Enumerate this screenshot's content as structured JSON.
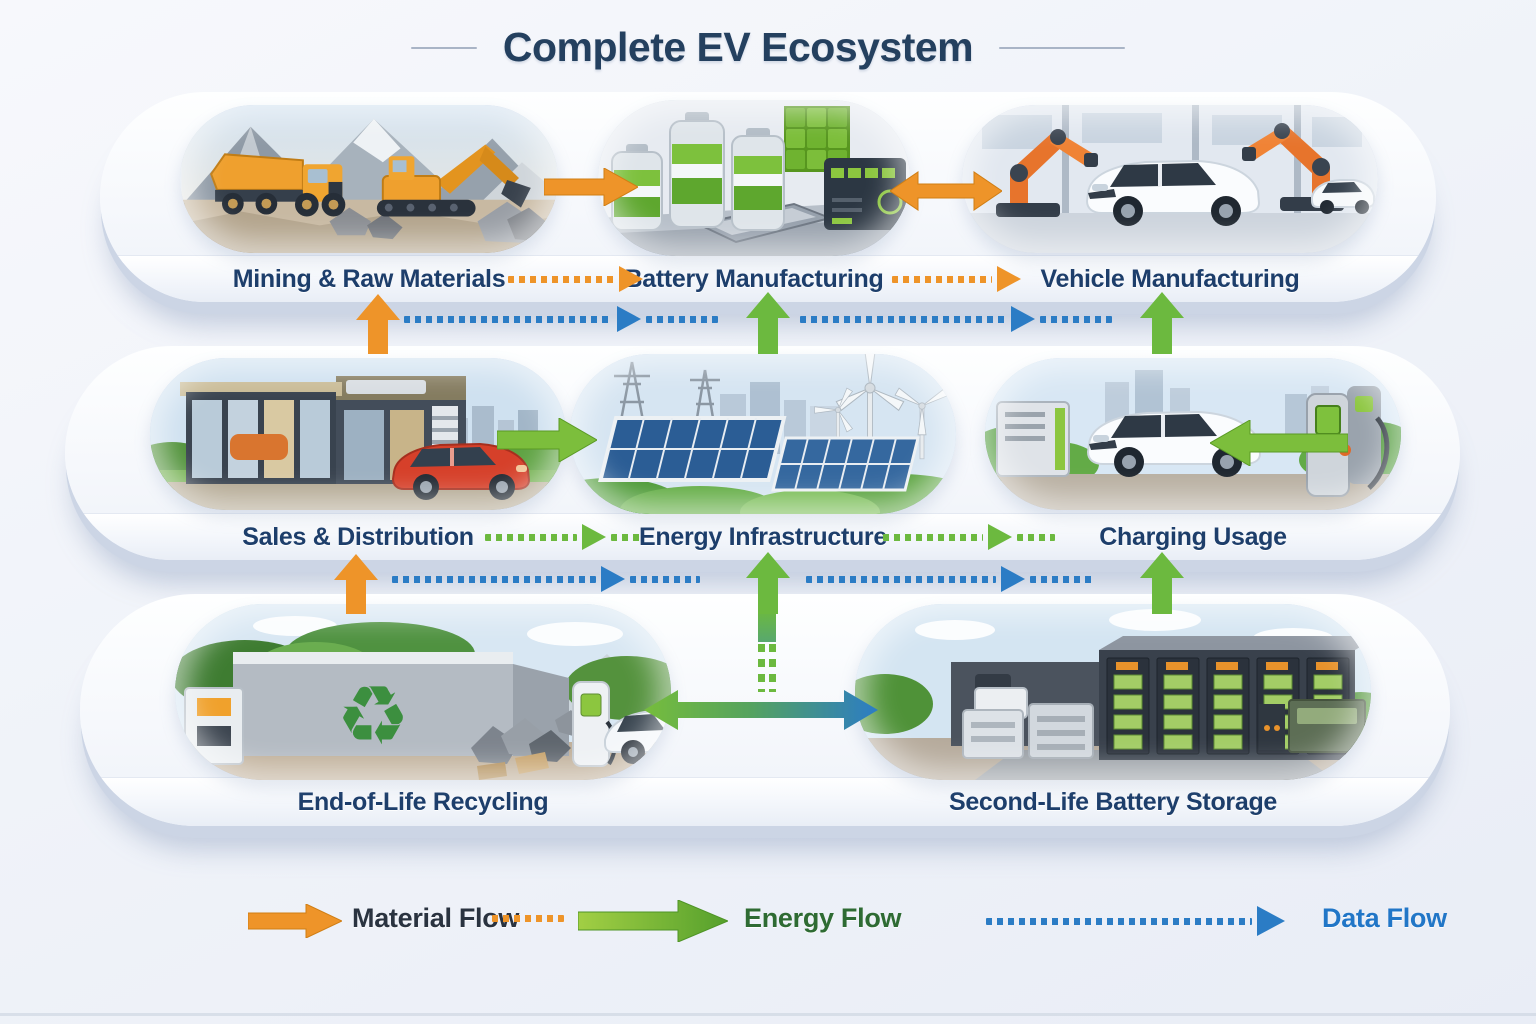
{
  "title": "Complete EV Ecosystem",
  "nodes": {
    "mining": {
      "label": "Mining & Raw Materials"
    },
    "battery": {
      "label": "Battery Manufacturing"
    },
    "vehicle": {
      "label": "Vehicle Manufacturing"
    },
    "sales": {
      "label": "Sales & Distribution"
    },
    "energy": {
      "label": "Energy Infrastructure"
    },
    "charging": {
      "label": "Charging Usage"
    },
    "recycling": {
      "label": "End-of-Life Recycling",
      "recycle_symbol": "♻"
    },
    "storage": {
      "label": "Second-Life Battery Storage"
    }
  },
  "legend": {
    "material": {
      "label": "Material Flow",
      "color": "#EE9429"
    },
    "energy": {
      "label": "Energy Flow",
      "color": "#6CB93F"
    },
    "data": {
      "label": "Data Flow",
      "color": "#2B7CC5"
    }
  },
  "colors": {
    "label_text": "#1D3E6B",
    "material_flow_orange": "#EE9429",
    "energy_flow_green": "#6CB93F",
    "data_flow_blue": "#2B7CC5",
    "energy_flow_text": "#2E6B33",
    "data_flow_text": "#2176C7"
  },
  "connections": [
    {
      "from": "mining",
      "to": "battery",
      "type": "material",
      "style": "solid"
    },
    {
      "from": "battery",
      "to": "vehicle",
      "type": "material",
      "style": "solid-bidirectional"
    },
    {
      "from": "mining",
      "to": "battery",
      "type": "material",
      "style": "dotted"
    },
    {
      "from": "battery",
      "to": "vehicle",
      "type": "material",
      "style": "dotted"
    },
    {
      "from": "sales",
      "to": "mining",
      "type": "material",
      "style": "up"
    },
    {
      "from": "sales",
      "to": "energy",
      "type": "energy",
      "style": "solid"
    },
    {
      "from": "charging",
      "to": "energy",
      "type": "energy",
      "style": "solid"
    },
    {
      "from": "sales",
      "to": "energy",
      "type": "energy",
      "style": "dotted"
    },
    {
      "from": "energy",
      "to": "charging",
      "type": "energy",
      "style": "dotted"
    },
    {
      "from": "energy",
      "to": "battery",
      "type": "energy",
      "style": "up"
    },
    {
      "from": "charging",
      "to": "vehicle",
      "type": "energy",
      "style": "up"
    },
    {
      "from": "row2",
      "to": "row1",
      "type": "data",
      "style": "dotted"
    },
    {
      "from": "recycling",
      "to": "sales",
      "type": "material",
      "style": "up"
    },
    {
      "from": "row3",
      "to": "energy",
      "type": "energy",
      "style": "up-dashed"
    },
    {
      "from": "storage",
      "to": "energy",
      "type": "energy",
      "style": "up"
    },
    {
      "from": "row3",
      "to": "row2",
      "type": "data",
      "style": "dotted"
    },
    {
      "from": "storage",
      "to": "recycling",
      "type": "energy-data",
      "style": "solid-bidirectional-gradient"
    }
  ]
}
